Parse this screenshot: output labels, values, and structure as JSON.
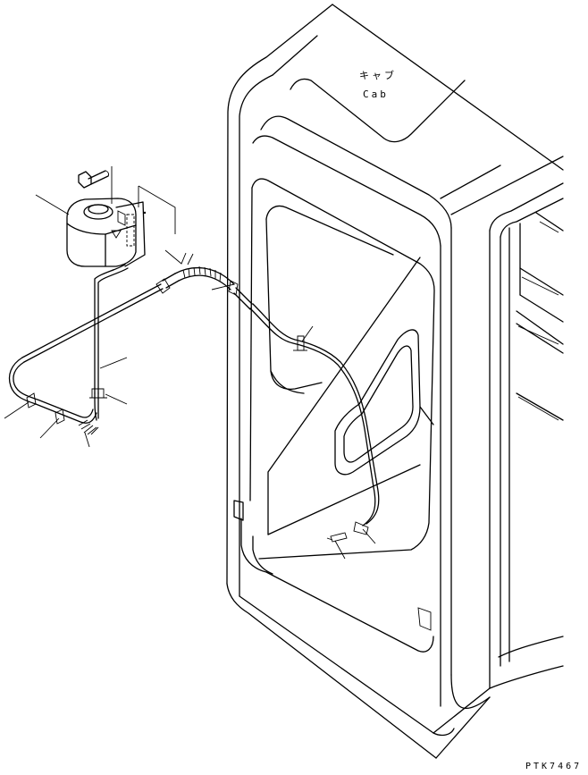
{
  "labels": {
    "cab_japanese": "キャブ",
    "cab_english": "Cab",
    "drawing_number": "PTK7467"
  }
}
